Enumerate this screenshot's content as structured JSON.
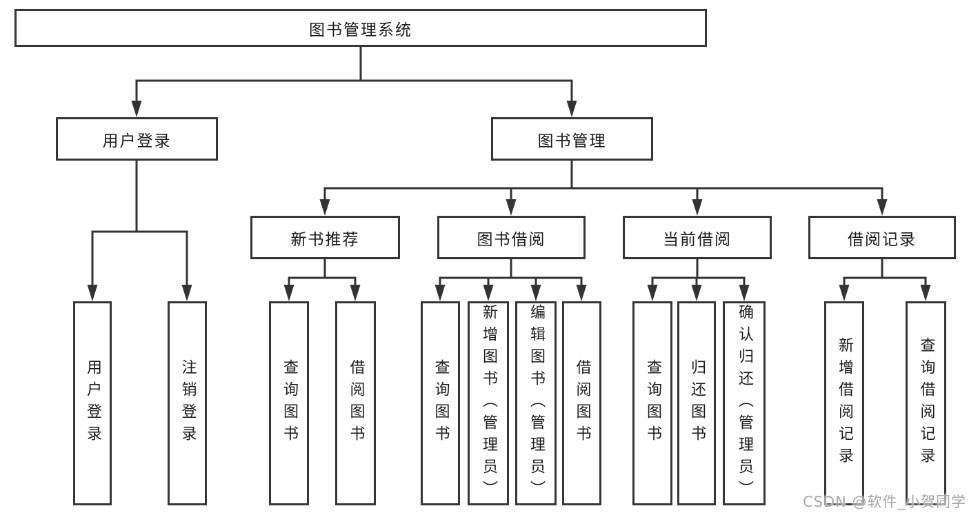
{
  "tree": {
    "root": "图书管理系统",
    "children": [
      {
        "label": "用户登录",
        "children": [
          {
            "label": "用户登录"
          },
          {
            "label": "注销登录"
          }
        ]
      },
      {
        "label": "图书管理",
        "children": [
          {
            "label": "新书推荐",
            "children": [
              {
                "label": "查询图书"
              },
              {
                "label": "借阅图书"
              }
            ]
          },
          {
            "label": "图书借阅",
            "children": [
              {
                "label": "查询图书"
              },
              {
                "label": "新增图书（管理员）"
              },
              {
                "label": "编辑图书（管理员）"
              },
              {
                "label": "借阅图书"
              }
            ]
          },
          {
            "label": "当前借阅",
            "children": [
              {
                "label": "查询图书"
              },
              {
                "label": "归还图书"
              },
              {
                "label": "确认归还（管理员）"
              }
            ]
          },
          {
            "label": "借阅记录",
            "children": [
              {
                "label": "新增借阅记录"
              },
              {
                "label": "查询借阅记录"
              }
            ]
          }
        ]
      }
    ]
  },
  "watermark": "CSDN @软件_小贺同学",
  "colors": {
    "line": "#333333",
    "border": "#363636",
    "text": "#1c1c1c",
    "watermark": "#a6a6a6",
    "background": "#ffffff"
  }
}
